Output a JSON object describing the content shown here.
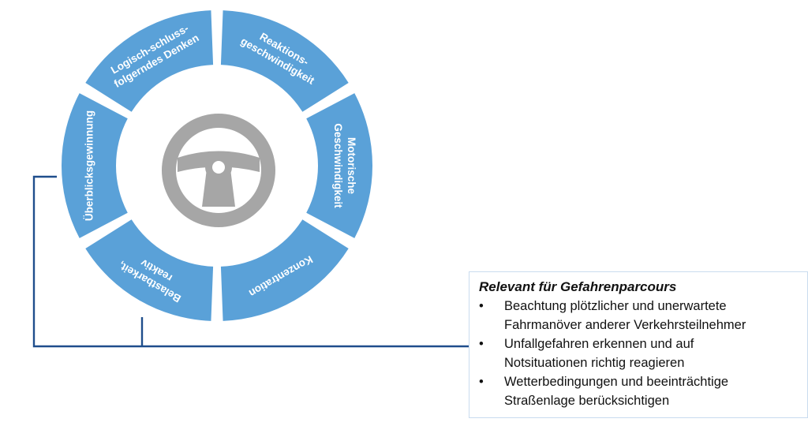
{
  "colors": {
    "segment": "#5aa1d8",
    "wheel": "#a6a6a6",
    "connector": "#1f4e8c",
    "box_border": "#c9dcef"
  },
  "wheel_icon": "steering-wheel-icon",
  "segments": [
    {
      "id": "logisch",
      "lines": [
        "Logisch-schluss-",
        "folgerndes Denken"
      ]
    },
    {
      "id": "reaktion",
      "lines": [
        "Reaktions-",
        "geschwindigkeit"
      ]
    },
    {
      "id": "motorisch",
      "lines": [
        "Motorische",
        "Geschwindigkeit"
      ]
    },
    {
      "id": "konzentration",
      "lines": [
        "Konzentration"
      ]
    },
    {
      "id": "belastbarkeit",
      "lines": [
        "Belastbarkeit,",
        "reaktiv"
      ]
    },
    {
      "id": "ueberblick",
      "lines": [
        "Überblicksgewinnung"
      ]
    }
  ],
  "info": {
    "title": "Relevant für Gefahrenparcours",
    "bullet": "•",
    "items": [
      [
        "Beachtung plötzlicher und unerwartete",
        "Fahrmanöver anderer Verkehrsteilnehmer"
      ],
      [
        "Unfallgefahren erkennen und auf",
        "Notsituationen richtig reagieren"
      ],
      [
        "Wetterbedingungen und beeinträchtige",
        "Straßenlage berücksichtigen"
      ]
    ]
  }
}
